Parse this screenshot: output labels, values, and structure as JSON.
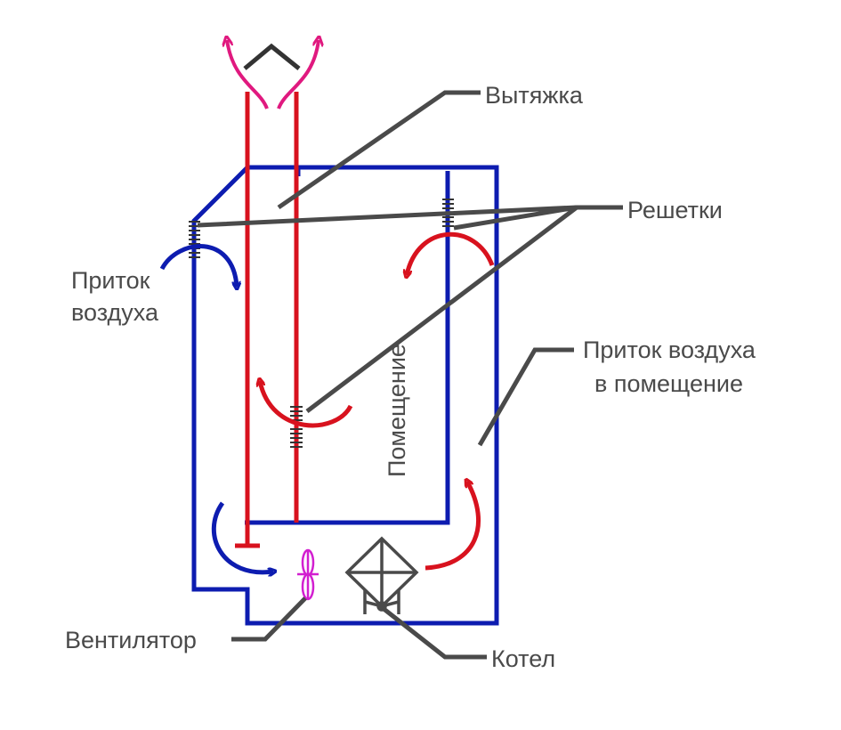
{
  "labels": {
    "exhaust": "Вытяжка",
    "grilles": "Решетки",
    "air_inflow_line1": "Приток",
    "air_inflow_line2": "воздуха",
    "room_inflow_line1": "Приток воздуха",
    "room_inflow_line2": "в помещение",
    "room": "Помещение",
    "fan": "Вентилятор",
    "boiler": "Котел"
  },
  "colors": {
    "wall": "#0d1cb0",
    "duct": "#d8121e",
    "exhaust_arrow": "#e0197f",
    "fan": "#d21fd0",
    "leader": "#4a4a4a",
    "text": "#4a4a4a",
    "boiler": "#4a4a4a"
  }
}
